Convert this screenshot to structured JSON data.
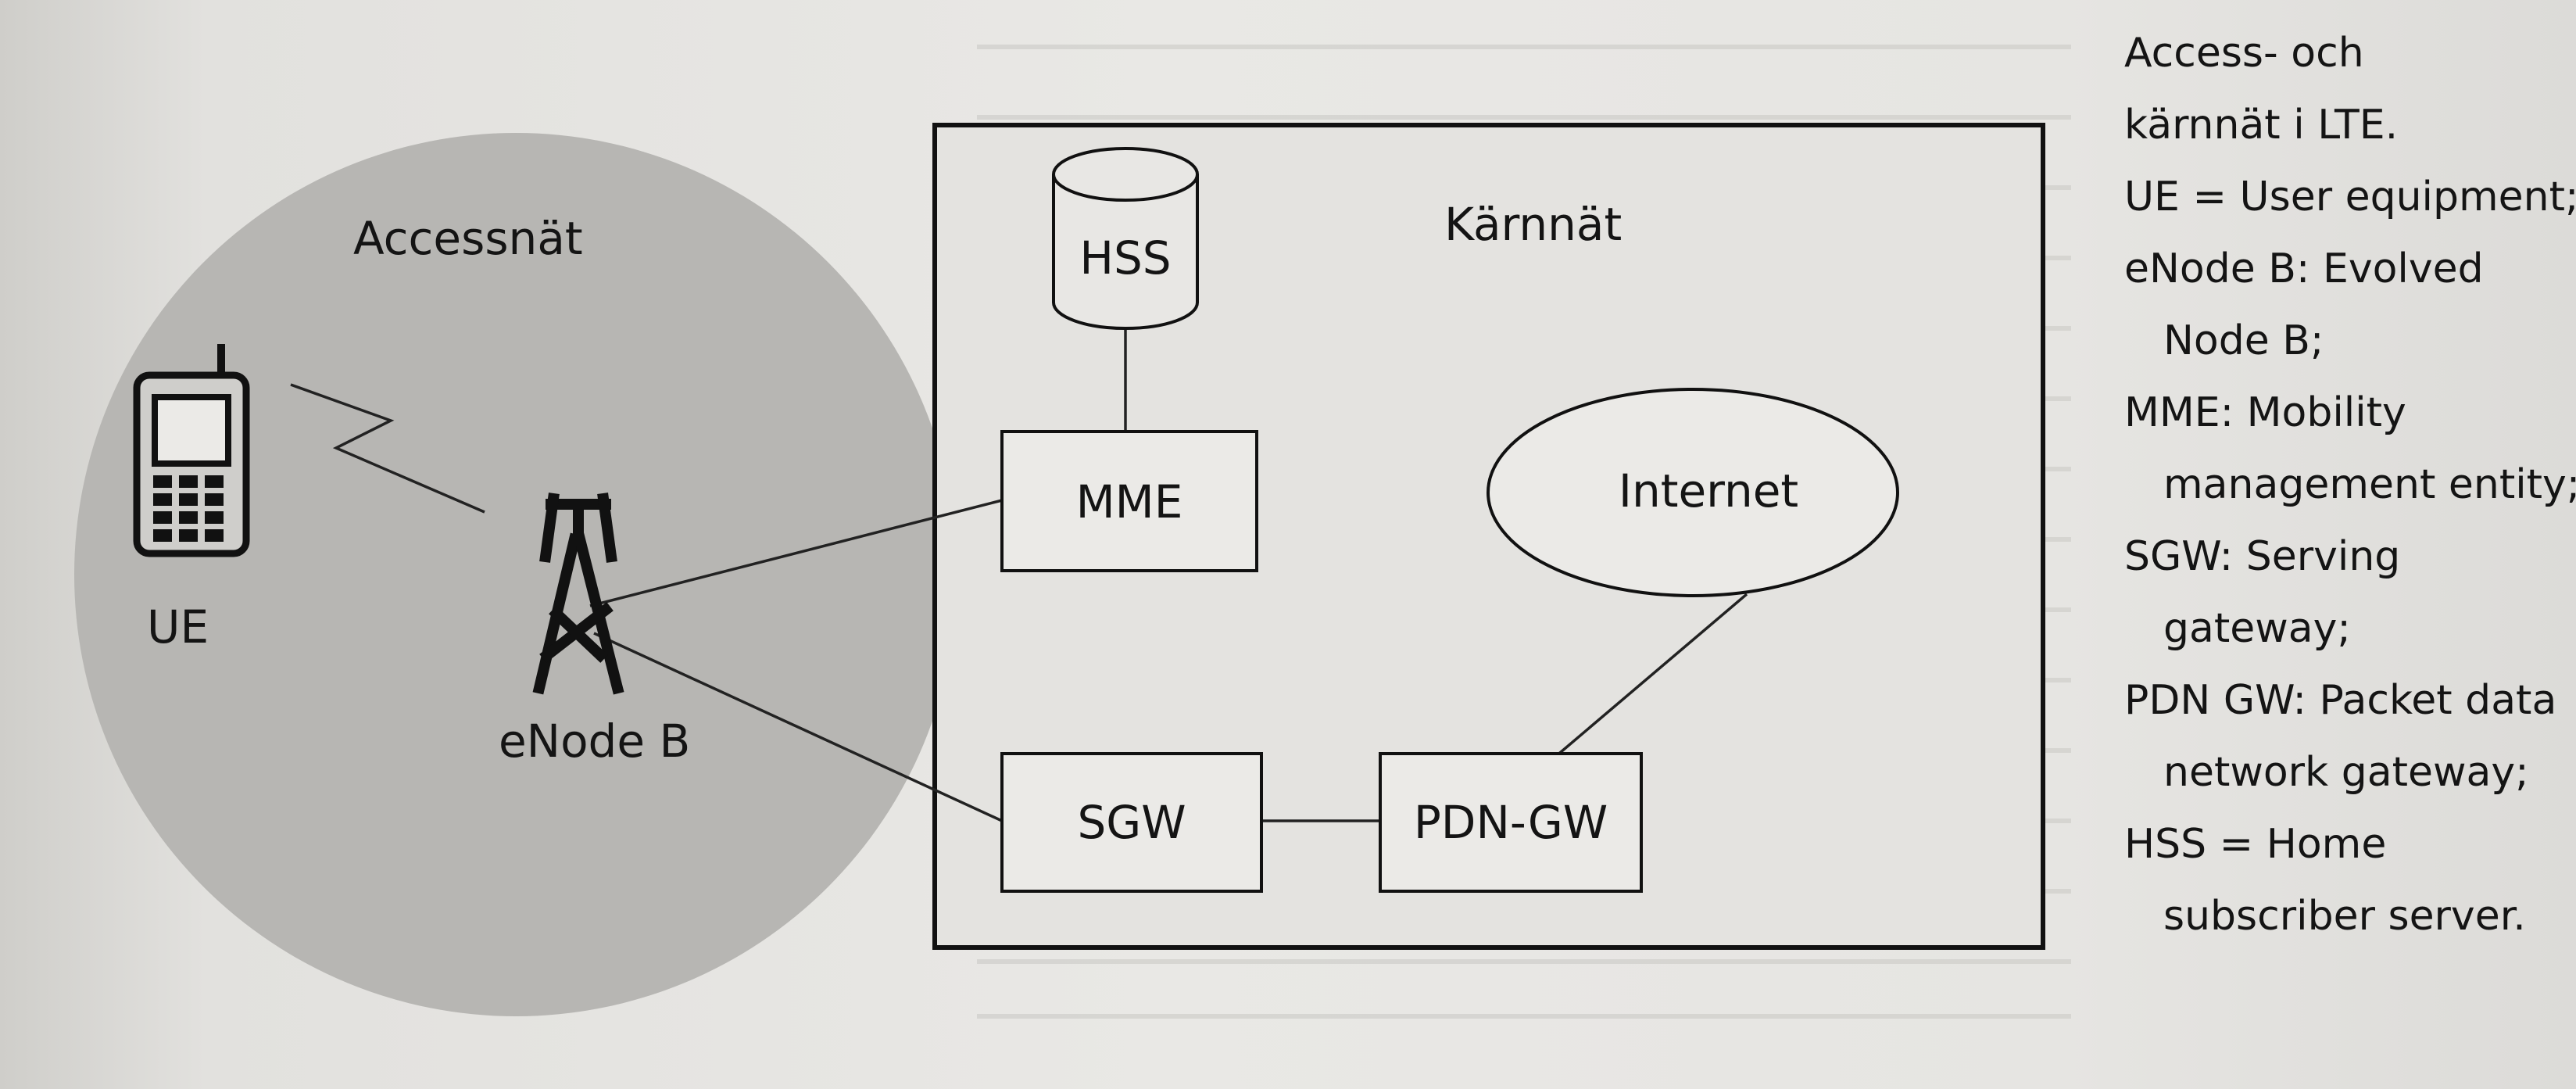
{
  "diagram": {
    "access_network_label": "Accessnät",
    "core_network_label": "Kärnnät",
    "nodes": {
      "ue": "UE",
      "enodeb": "eNode B",
      "hss": "HSS",
      "mme": "MME",
      "internet": "Internet",
      "sgw": "SGW",
      "pdn_gw": "PDN-GW"
    }
  },
  "caption": {
    "lines": [
      "Access- och",
      "kärnnät i LTE.",
      "UE = User equipment;",
      "eNode B: Evolved",
      "Node B;",
      "MME: Mobility",
      "management entity;",
      "SGW: Serving",
      "gateway;",
      "PDN GW: Packet data",
      "network gateway;",
      "HSS = Home",
      "subscriber server."
    ]
  }
}
